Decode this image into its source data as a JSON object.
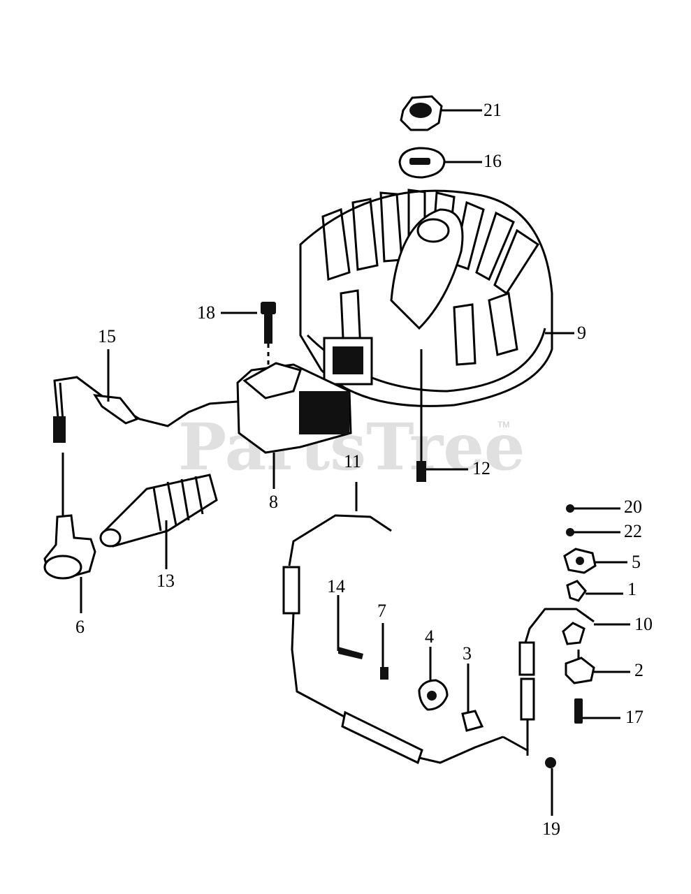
{
  "watermark": {
    "text": "PartsTree",
    "trademark": "TM"
  },
  "callouts": {
    "n1": "1",
    "n2": "2",
    "n3": "3",
    "n4": "4",
    "n5": "5",
    "n6": "6",
    "n7": "7",
    "n8": "8",
    "n9": "9",
    "n10": "10",
    "n11": "11",
    "n12": "12",
    "n13": "13",
    "n14": "14",
    "n15": "15",
    "n16": "16",
    "n17": "17",
    "n18": "18",
    "n19": "19",
    "n20": "20",
    "n21": "21",
    "n22": "22"
  }
}
